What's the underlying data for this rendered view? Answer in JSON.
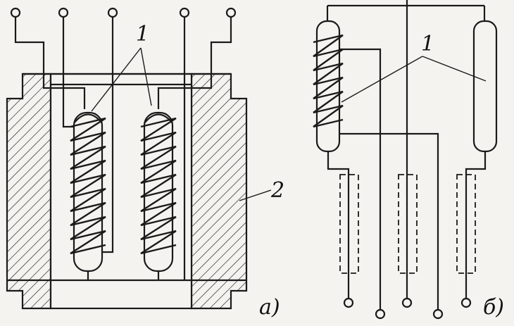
{
  "labels": {
    "callout_1_left": "1",
    "callout_2": "2",
    "panel_a": "a)",
    "callout_1_right": "1",
    "panel_b": "б)"
  },
  "colors": {
    "ink": "#1a1a1a",
    "paper": "#f4f3ef"
  }
}
